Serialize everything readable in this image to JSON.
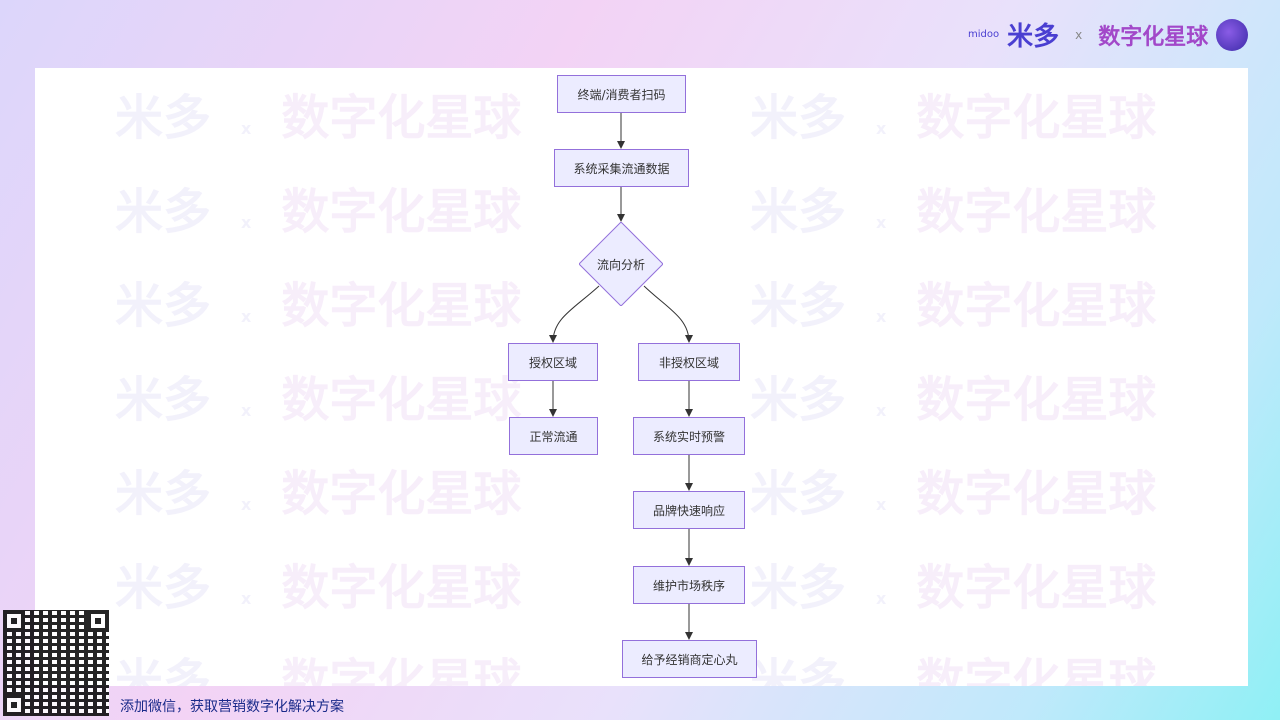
{
  "header": {
    "logo_midoo": "midoo",
    "logo_text": "米多",
    "separator": "x",
    "partner": "数字化星球"
  },
  "watermark": {
    "text1": "米多",
    "x": "x",
    "text2": "数字化星球"
  },
  "flow": {
    "nodes": [
      "终端/消费者扫码",
      "系统采集流通数据",
      "流向分析",
      "授权区域",
      "非授权区域",
      "正常流通",
      "系统实时预警",
      "品牌快速响应",
      "维护市场秩序",
      "给予经销商定心丸"
    ]
  },
  "footer": {
    "cta": "添加微信，获取营销数字化解决方案"
  },
  "colors": {
    "node_fill": "#ECECFF",
    "node_border": "#9370DB",
    "edge": "#333333"
  }
}
